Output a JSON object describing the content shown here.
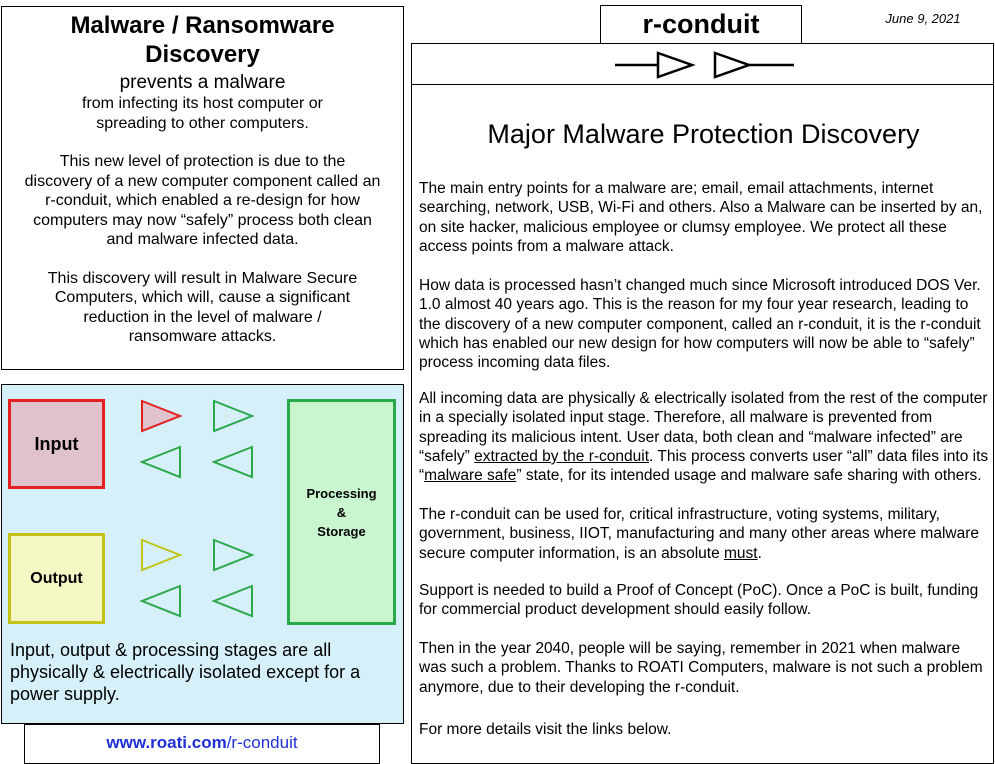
{
  "left_panel": {
    "title_line1": "Malware / Ransomware",
    "title_line2": "Discovery",
    "subtitle": "prevents a malware",
    "p1": "from infecting its host computer or spreading to other computers.",
    "p2": "This new level of protection is due to the discovery of a new computer component called an r-conduit, which enabled a re-design for how computers may now “safely” process both clean and malware infected data.",
    "p3": "This discovery will result in Malware Secure Computers, which will, cause a significant reduction in the level of malware / ransomware attacks."
  },
  "diagram": {
    "input_label": "Input",
    "output_label": "Output",
    "processing_line1": "Processing",
    "processing_line2": "&",
    "processing_line3": "Storage",
    "caption": "Input, output & processing stages are all physically & electrically isolated except for a power supply.",
    "colors": {
      "input_border": "#e32020",
      "output_border": "#c2c41a",
      "processing_border": "#2aa84a",
      "background": "#d6f0fa"
    }
  },
  "link": {
    "domain": "www.roati.com",
    "path": "/r-conduit"
  },
  "header": {
    "title": "r-conduit",
    "date": "June 9, 2021"
  },
  "main": {
    "title": "Major Malware Protection Discovery",
    "p1": "The main entry points for a malware are; email, email attachments, internet searching, network, USB, Wi-Fi and others.  Also a Malware can be inserted by an, on site hacker, malicious employee or clumsy employee. We protect all these access points from a malware attack.",
    "p2": "How data is processed hasn’t changed much since Microsoft introduced DOS Ver. 1.0 almost 40 years ago.  This is the reason for my four year research, leading to the discovery of a new computer component, called an r-conduit, it is the r-conduit which has enabled our new design for how computers will now be able to “safely” process incoming data files.",
    "p3_a": "All incoming data are physically & electrically isolated from the rest of the computer in a specially isolated input stage.   Therefore, all malware is prevented from spreading its malicious intent.  User data, both clean and “malware infected” are “safely” ",
    "p3_u1": "extracted by the r-conduit",
    "p3_b": ".  This process converts user “all” data files into its “",
    "p3_u2": "malware safe",
    "p3_c": "” state, for its intended usage and malware safe sharing with others.",
    "p4_a": "The r-conduit can be used for, critical infrastructure, voting systems, military, government, business, IIOT, manufacturing and many other areas where malware secure computer information, is an absolute ",
    "p4_u": "must",
    "p4_b": ".",
    "p5": "Support is needed to build a Proof of Concept (PoC).  Once a PoC is built, funding for commercial product development should easily follow.",
    "p6": "Then in the year 2040, people will be saying, remember in 2021 when malware was such a problem. Thanks to ROATI Computers, malware is not such a problem anymore, due to their developing the r-conduit.",
    "p7": "For more details visit the links below."
  }
}
